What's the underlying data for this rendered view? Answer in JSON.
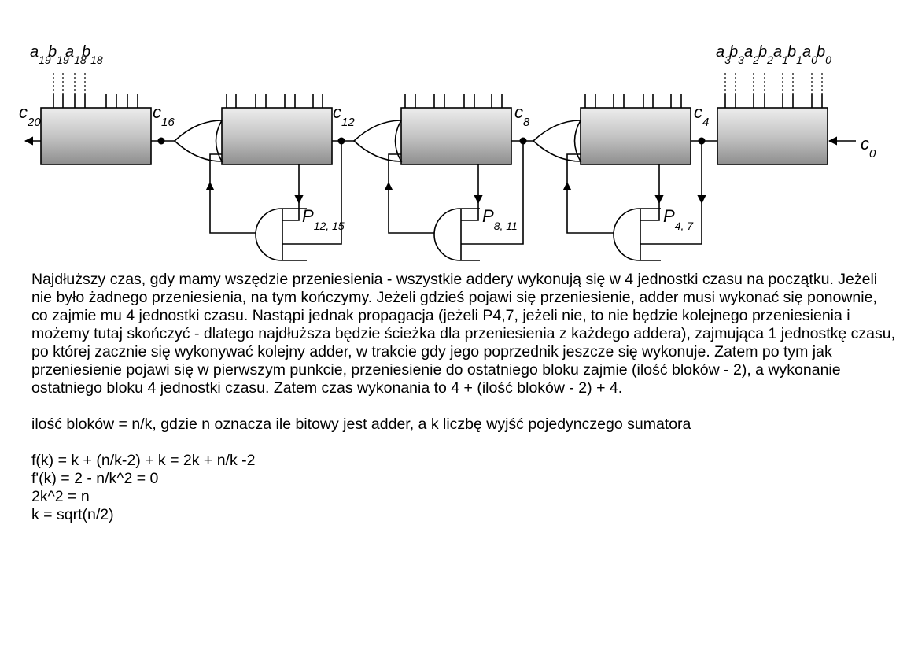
{
  "diagram": {
    "input_labels": {
      "a19": {
        "base": "a",
        "sub": "19"
      },
      "b19": {
        "base": "b",
        "sub": "19"
      },
      "a18": {
        "base": "a",
        "sub": "18"
      },
      "b18": {
        "base": "b",
        "sub": "18"
      },
      "a3": {
        "base": "a",
        "sub": "3"
      },
      "b3": {
        "base": "b",
        "sub": "3"
      },
      "a2": {
        "base": "a",
        "sub": "2"
      },
      "b2": {
        "base": "b",
        "sub": "2"
      },
      "a1": {
        "base": "a",
        "sub": "1"
      },
      "b1": {
        "base": "b",
        "sub": "1"
      },
      "a0": {
        "base": "a",
        "sub": "0"
      },
      "b0": {
        "base": "b",
        "sub": "0"
      }
    },
    "carry_labels": {
      "c20": {
        "base": "c",
        "sub": "20"
      },
      "c16": {
        "base": "c",
        "sub": "16"
      },
      "c12": {
        "base": "c",
        "sub": "12"
      },
      "c8": {
        "base": "c",
        "sub": "8"
      },
      "c4": {
        "base": "c",
        "sub": "4"
      },
      "c0": {
        "base": "c",
        "sub": "0"
      }
    },
    "propagate_labels": {
      "p1215": {
        "base": "P",
        "sub": "12, 15"
      },
      "p811": {
        "base": "P",
        "sub": "8, 11"
      },
      "p47": {
        "base": "P",
        "sub": "4, 7"
      }
    }
  },
  "paragraph1": "Najdłuższy czas, gdy mamy wszędzie przeniesienia - wszystkie addery wykonują się w 4 jednostki czasu na początku. Jeżeli nie było żadnego przeniesienia, na tym kończymy. Jeżeli gdzieś pojawi się przeniesienie, adder musi wykonać się ponownie, co zajmie mu 4 jednostki czasu. Nastąpi jednak propagacja (jeżeli P4,7, jeżeli nie, to nie będzie kolejnego przeniesienia i możemy tutaj skończyć - dlatego najdłuższa będzie ścieżka dla przeniesienia z każdego addera), zajmująca 1 jednostkę czasu, po której zacznie się wykonywać kolejny adder, w trakcie gdy jego poprzednik jeszcze się wykonuje. Zatem po tym jak przeniesienie pojawi się w pierwszym punkcie, przeniesienie do ostatniego bloku zajmie (ilość bloków - 2), a wykonanie ostatniego bloku 4 jednostki czasu. Zatem czas wykonania to 4 + (ilość bloków - 2) + 4.",
  "paragraph2": "ilość bloków = n/k, gdzie n oznacza ile bitowy jest adder, a k liczbę wyjść pojedynczego sumatora",
  "equations": [
    "f(k) = k + (n/k-2) + k = 2k + n/k -2",
    "f'(k) = 2 - n/k^2 = 0",
    "2k^2 = n",
    "k = sqrt(n/2)"
  ]
}
